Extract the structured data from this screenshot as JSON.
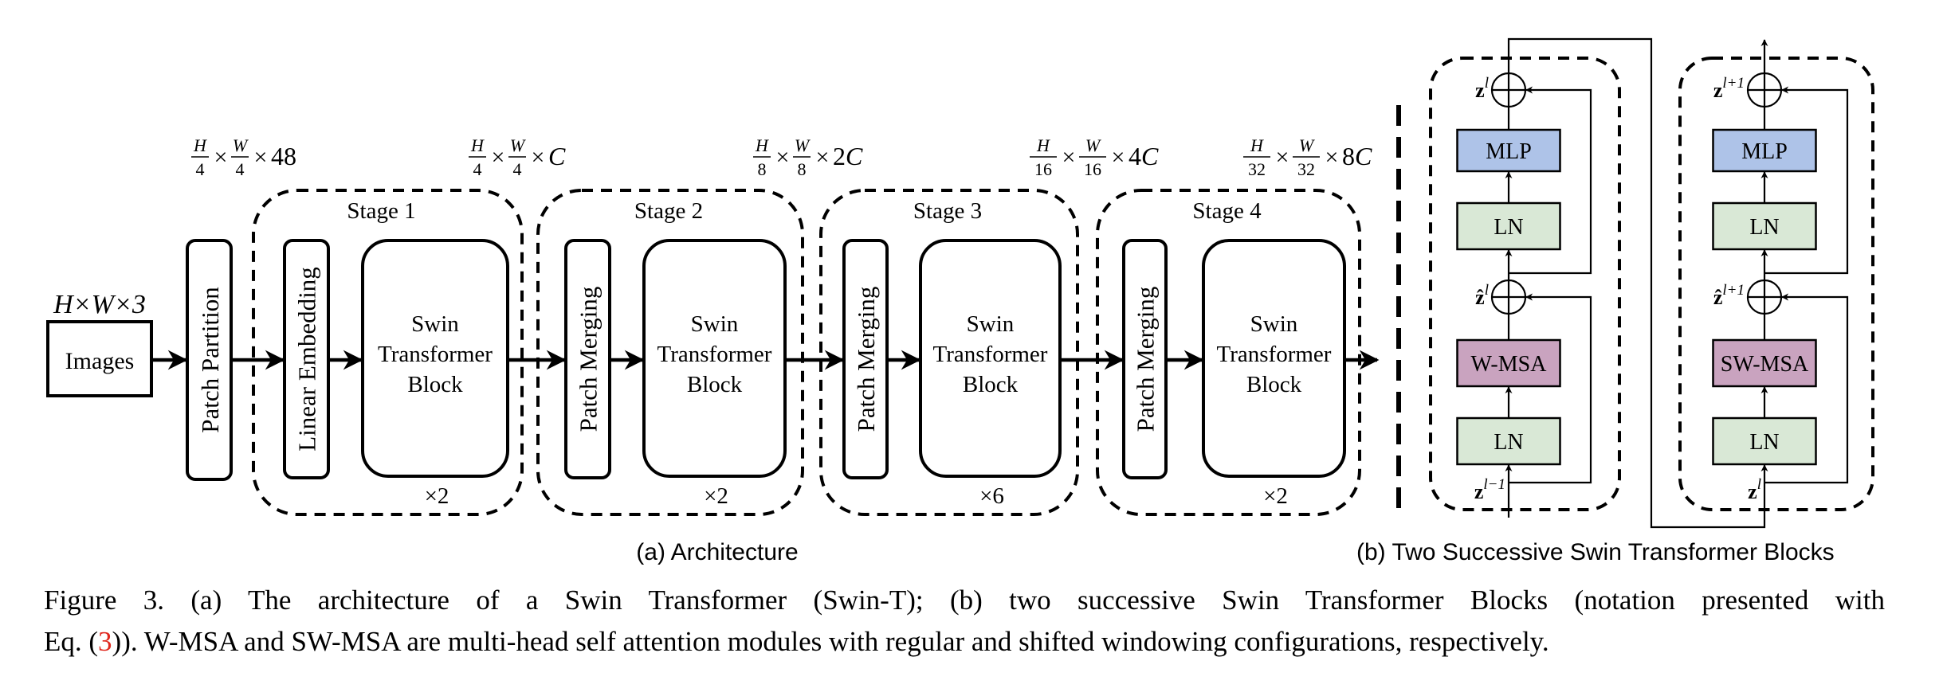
{
  "figure": {
    "architecture": {
      "input": {
        "label": "Images",
        "shape_label": "H×W×3"
      },
      "patch_partition": {
        "label": "Patch Partition"
      },
      "dim_labels": [
        {
          "num1": "H",
          "den1": "4",
          "num2": "W",
          "den2": "4",
          "suffix": "48"
        },
        {
          "num1": "H",
          "den1": "4",
          "num2": "W",
          "den2": "4",
          "suffix": "C"
        },
        {
          "num1": "H",
          "den1": "8",
          "num2": "W",
          "den2": "8",
          "suffix": "2C"
        },
        {
          "num1": "H",
          "den1": "16",
          "num2": "W",
          "den2": "16",
          "suffix": "4C"
        },
        {
          "num1": "H",
          "den1": "32",
          "num2": "W",
          "den2": "32",
          "suffix": "8C"
        }
      ],
      "stages": [
        {
          "title": "Stage 1",
          "entry_label": "Linear Embedding",
          "block_label": [
            "Swin",
            "Transformer",
            "Block"
          ],
          "repeat": "×2"
        },
        {
          "title": "Stage 2",
          "entry_label": "Patch Merging",
          "block_label": [
            "Swin",
            "Transformer",
            "Block"
          ],
          "repeat": "×2"
        },
        {
          "title": "Stage 3",
          "entry_label": "Patch Merging",
          "block_label": [
            "Swin",
            "Transformer",
            "Block"
          ],
          "repeat": "×6"
        },
        {
          "title": "Stage 4",
          "entry_label": "Patch Merging",
          "block_label": [
            "Swin",
            "Transformer",
            "Block"
          ],
          "repeat": "×2"
        }
      ],
      "subcaption": "(a) Architecture"
    },
    "blocks": {
      "units": [
        {
          "msa_label": "W-MSA",
          "ln_label": "LN",
          "mlp_label": "MLP",
          "ln2_label": "LN",
          "in_var": {
            "base": "z",
            "sup": "l−1",
            "hat": false
          },
          "mid_var": {
            "base": "z",
            "sup": "l",
            "hat": true
          },
          "out_var": {
            "base": "z",
            "sup": "l",
            "hat": false
          }
        },
        {
          "msa_label": "SW-MSA",
          "ln_label": "LN",
          "mlp_label": "MLP",
          "ln2_label": "LN",
          "in_var": {
            "base": "z",
            "sup": "l",
            "hat": false
          },
          "mid_var": {
            "base": "z",
            "sup": "l+1",
            "hat": true
          },
          "out_var": {
            "base": "z",
            "sup": "l+1",
            "hat": false
          }
        }
      ],
      "colors": {
        "mlp": "#aec3e8",
        "ln": "#d9e8d6",
        "msa": "#c9a3bf"
      },
      "subcaption": "(b) Two Successive Swin Transformer Blocks"
    },
    "caption": {
      "line1": "Figure 3. (a) The architecture of a Swin Transformer (Swin-T); (b) two successive Swin Transformer Blocks (notation presented with",
      "line2_pre": "Eq. (",
      "line2_ref": "3",
      "line2_post": ")). W-MSA and SW-MSA are multi-head self attention modules with regular and shifted windowing configurations, respectively."
    }
  }
}
